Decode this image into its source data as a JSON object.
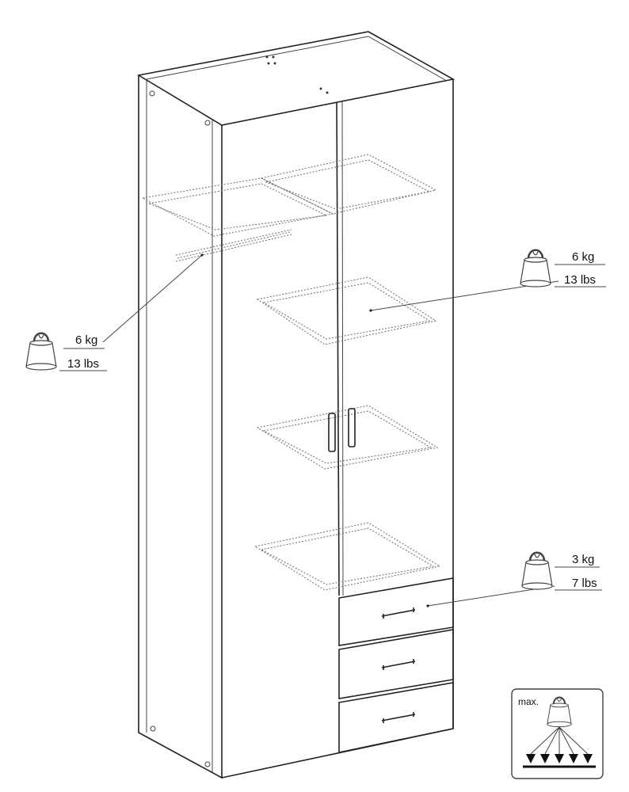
{
  "weights": [
    {
      "id": "rail",
      "kg": "6 kg",
      "lbs": "13 lbs"
    },
    {
      "id": "shelf",
      "kg": "6 kg",
      "lbs": "13 lbs"
    },
    {
      "id": "drawer",
      "kg": "3 kg",
      "lbs": "7 lbs"
    }
  ],
  "legend": {
    "max_label": "max."
  },
  "icons": [
    "weight-icon",
    "max-load-icon"
  ]
}
